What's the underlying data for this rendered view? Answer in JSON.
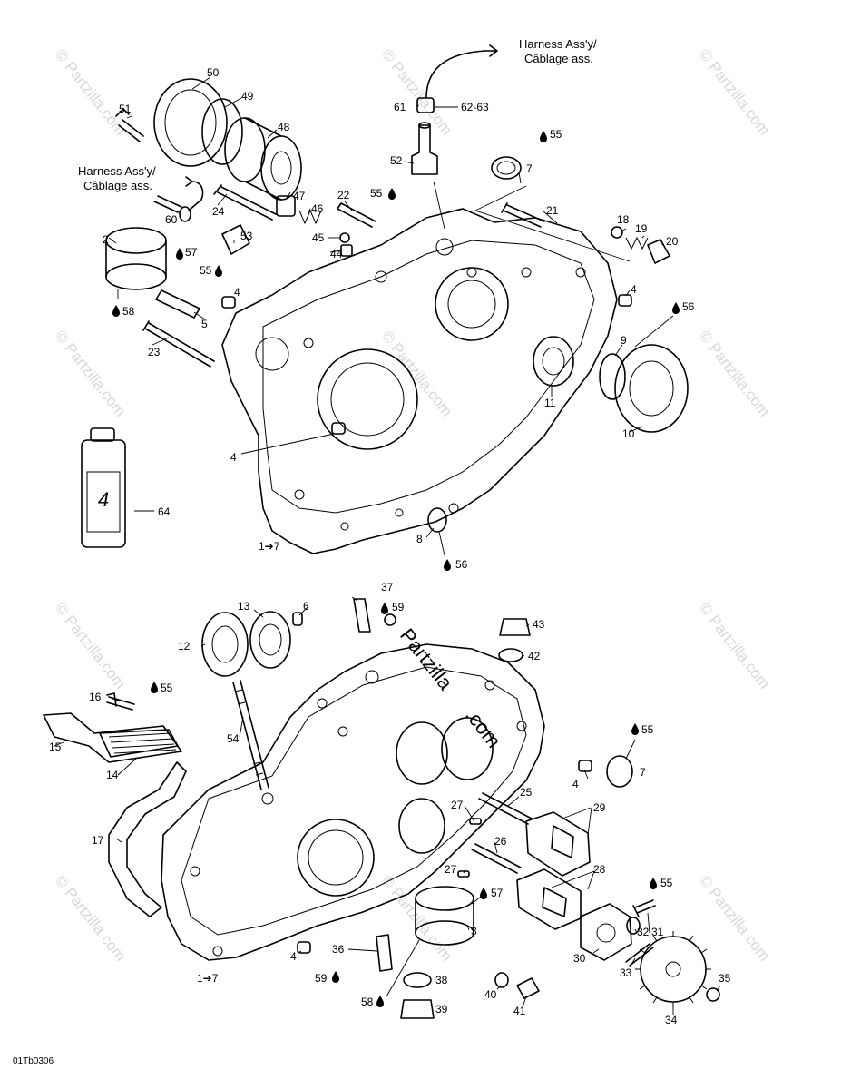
{
  "harness_label_line1": "Harness Ass'y/",
  "harness_label_line2": "Câblage ass.",
  "watermark": "© Partzilla.com",
  "center_watermark_1": "Partzilla",
  "center_watermark_2": ".com",
  "ref_note": "1➔7",
  "diagram_code": "01Tb0306",
  "top_callouts": [
    "50",
    "49",
    "48",
    "51",
    "47",
    "46",
    "45",
    "44",
    "22",
    "24",
    "60",
    "53",
    "57",
    "55",
    "2",
    "58",
    "5",
    "4",
    "23",
    "61",
    "62-63",
    "55",
    "52",
    "55",
    "7",
    "21",
    "18",
    "19",
    "20",
    "4",
    "56",
    "9",
    "11",
    "10",
    "4",
    "64",
    "8",
    "56"
  ],
  "bottom_callouts": [
    "37",
    "59",
    "43",
    "42",
    "6",
    "13",
    "12",
    "55",
    "16",
    "15",
    "14",
    "54",
    "17",
    "55",
    "7",
    "4",
    "27",
    "25",
    "29",
    "26",
    "27",
    "28",
    "57",
    "3",
    "55",
    "31",
    "32",
    "30",
    "33",
    "36",
    "4",
    "59",
    "38",
    "58",
    "39",
    "40",
    "41",
    "34",
    "35"
  ]
}
